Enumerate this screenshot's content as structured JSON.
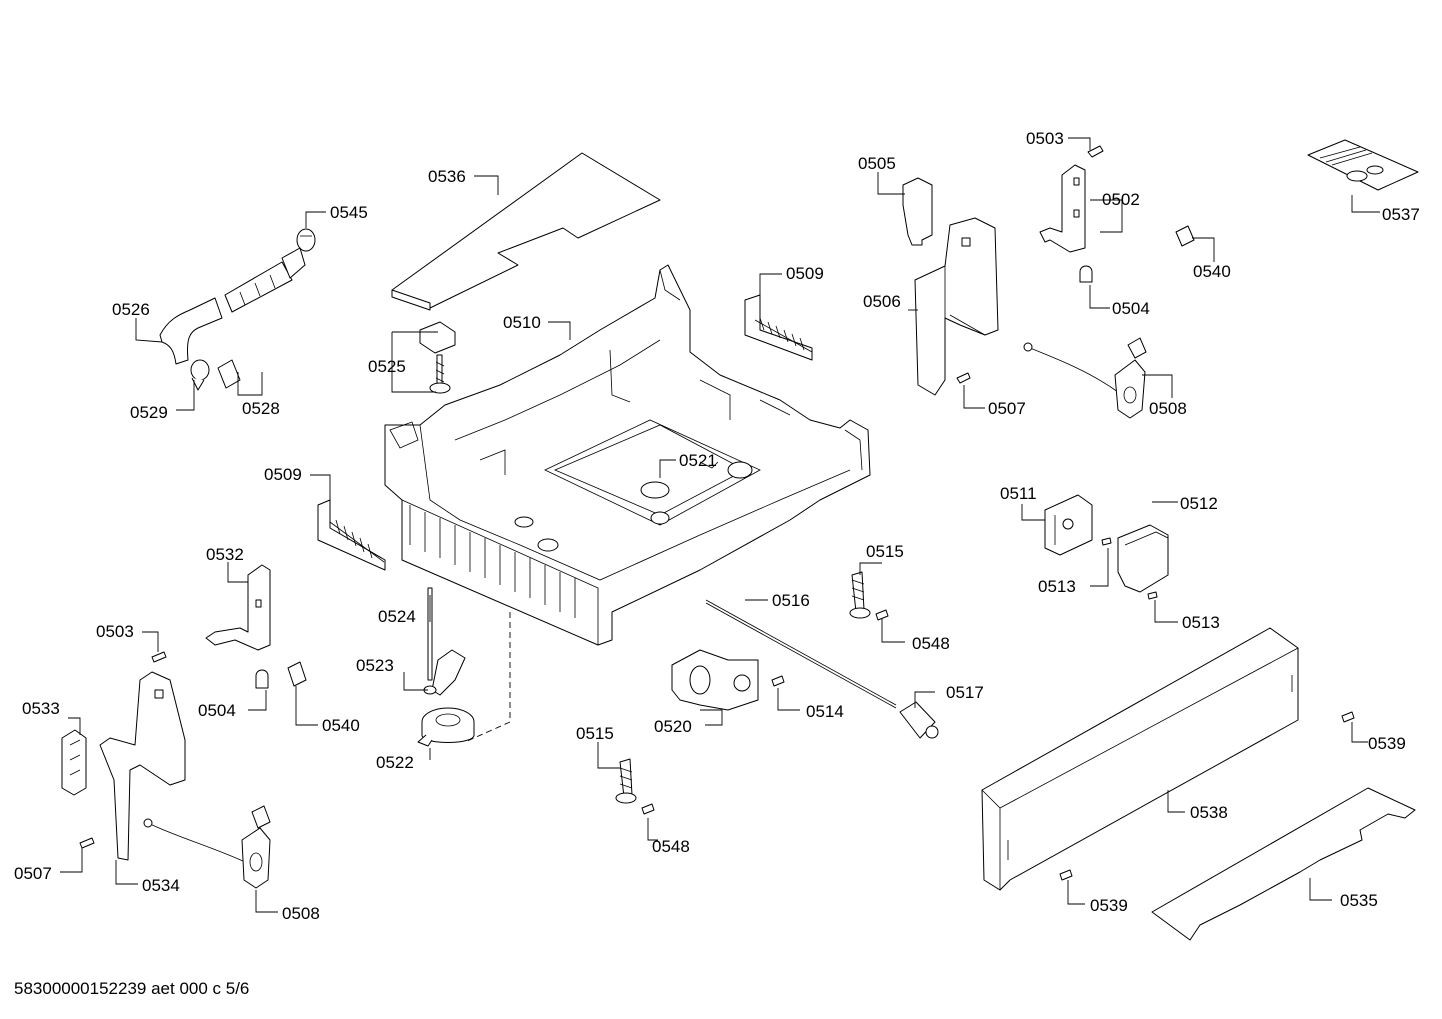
{
  "doc_code": "58300000152239 aet 000 c 5/6",
  "labels": {
    "p0536": "0536",
    "p0545": "0545",
    "p0526": "0526",
    "p0529": "0529",
    "p0528": "0528",
    "p0525": "0525",
    "p0510": "0510",
    "p0509a": "0509",
    "p0509b": "0509",
    "p0505": "0505",
    "p0503a": "0503",
    "p0502": "0502",
    "p0537": "0537",
    "p0540a": "0540",
    "p0506": "0506",
    "p0504a": "0504",
    "p0507a": "0507",
    "p0508a": "0508",
    "p0521": "0521",
    "p0511": "0511",
    "p0512": "0512",
    "p0513a": "0513",
    "p0513b": "0513",
    "p0532": "0532",
    "p0515a": "0515",
    "p0524": "0524",
    "p0516": "0516",
    "p0548a": "0548",
    "p0503b": "0503",
    "p0523": "0523",
    "p0517": "0517",
    "p0504b": "0504",
    "p0540b": "0540",
    "p0520": "0520",
    "p0514": "0514",
    "p0533": "0533",
    "p0522": "0522",
    "p0539a": "0539",
    "p0515b": "0515",
    "p0538": "0538",
    "p0548b": "0548",
    "p0507b": "0507",
    "p0534": "0534",
    "p0508b": "0508",
    "p0539b": "0539",
    "p0535": "0535"
  }
}
